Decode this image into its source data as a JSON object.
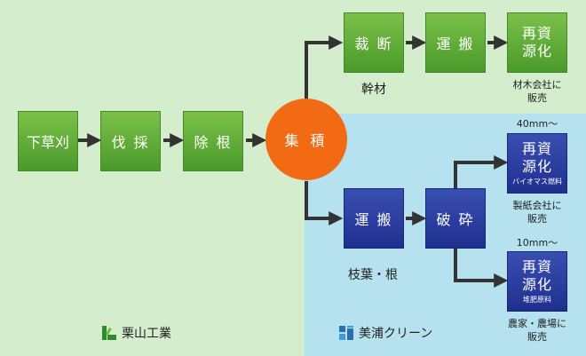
{
  "colors": {
    "green_zone": "#d4edcd",
    "blue_zone": "#b6e2ef",
    "green_box": "#5aa832",
    "blue_box": "#2a3a9f",
    "circle": "#f26a14",
    "arrow": "#333333"
  },
  "steps": {
    "weeding": "下草刈",
    "felling": "伐 採",
    "root_removal": "除 根",
    "collection": "集 積",
    "cutting": "裁 断",
    "transport_top": "運 搬",
    "transport_bottom": "運 搬",
    "crushing": "破 砕"
  },
  "resource": {
    "line1": "再資",
    "line2": "源化",
    "biomass_sub": "バイオマス燃料",
    "compost_sub": "堆肥原料"
  },
  "labels": {
    "trunk": "幹材",
    "branches": "枝葉・根",
    "size_40": "40mm～",
    "size_10": "10mm～",
    "sale_lumber_1": "材木会社に",
    "sale_lumber_2": "販売",
    "sale_paper_1": "製紙会社に",
    "sale_paper_2": "販売",
    "sale_farm_1": "農家・農場に",
    "sale_farm_2": "販売"
  },
  "companies": {
    "kuriyama": "栗山工業",
    "miura": "美浦クリーン"
  }
}
